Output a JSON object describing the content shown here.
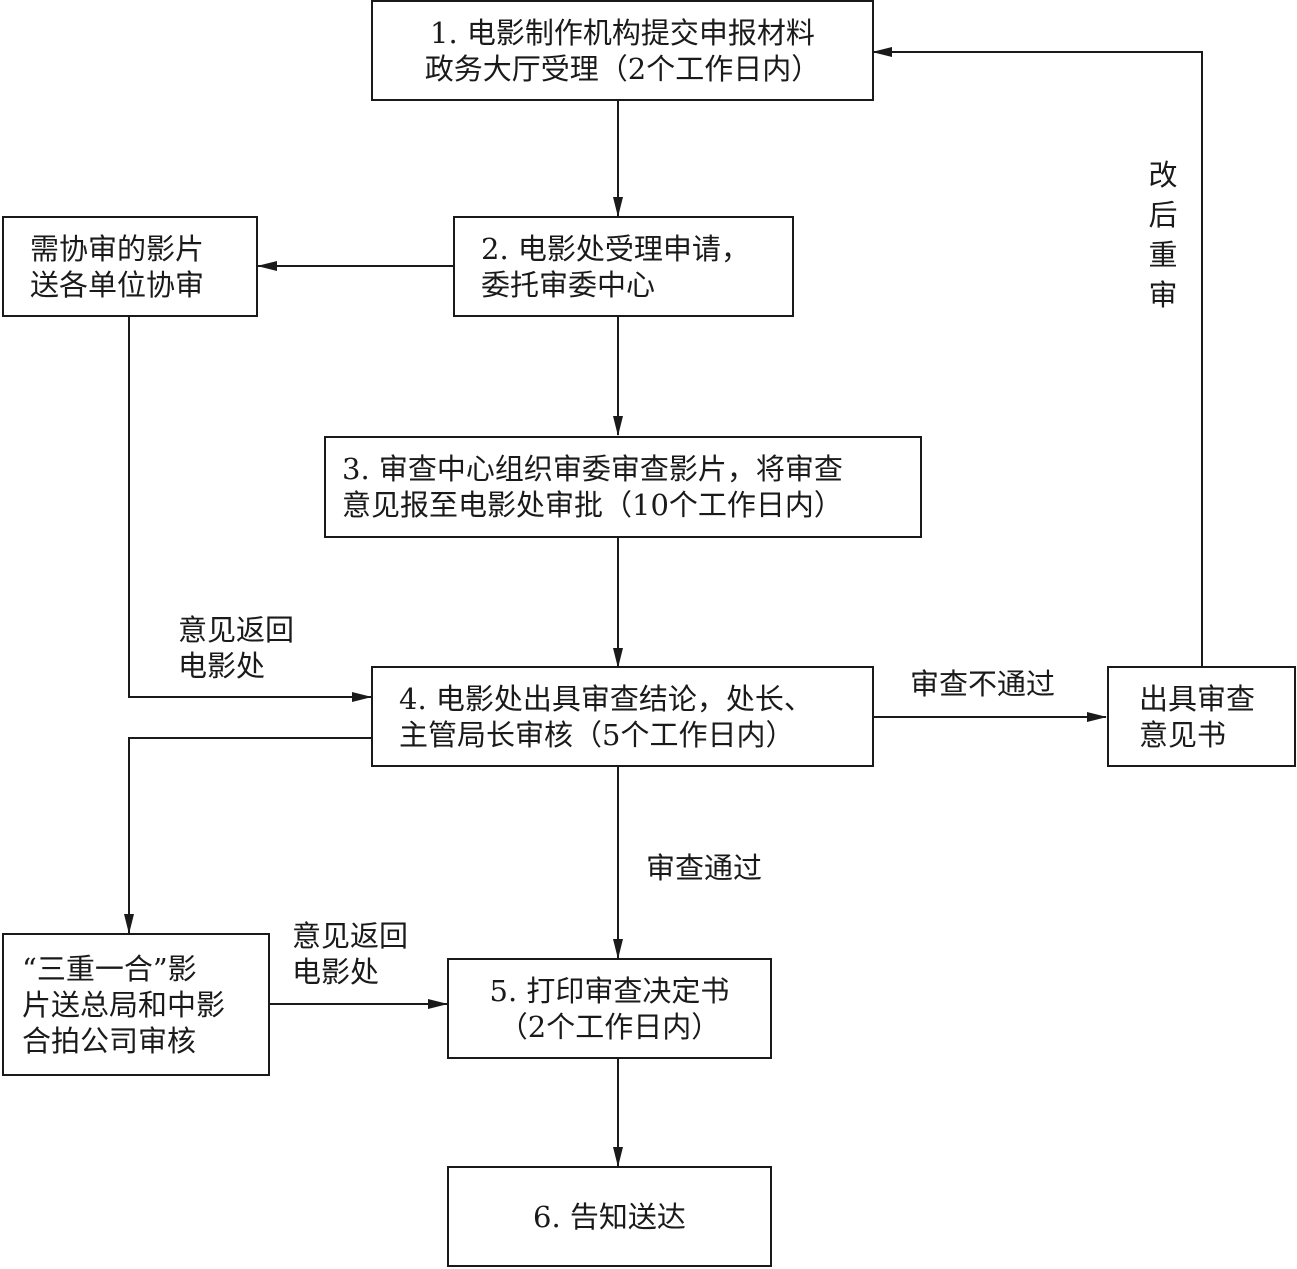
{
  "diagram": {
    "type": "flowchart",
    "nodes": {
      "step1": [
        "1. 电影制作机构提交申报材料",
        "政务大厅受理（2个工作日内）"
      ],
      "step2": [
        "2. 电影处受理申请，",
        "委托审委中心"
      ],
      "co_review": [
        "需协审的影片",
        "送各单位协审"
      ],
      "step3": [
        "3. 审查中心组织审委审查影片，将审查",
        "意见报至电影处审批（10个工作日内）"
      ],
      "step4": [
        "4. 电影处出具审查结论，处长、",
        "主管局长审核（5个工作日内）"
      ],
      "opinion": [
        "出具审查",
        "意见书"
      ],
      "three_in_one": [
        "“三重一合”影",
        "片送总局和中影",
        "合拍公司审核"
      ],
      "step5": [
        "5. 打印审查决定书",
        "（2个工作日内）"
      ],
      "step6": [
        "6. 告知送达"
      ]
    },
    "edge_labels": {
      "revise_resubmit": [
        "改",
        "后",
        "重",
        "审"
      ],
      "return_1": [
        "意见返回",
        "电影处"
      ],
      "return_2": [
        "意见返回",
        "电影处"
      ],
      "rejected": "审查不通过",
      "approved": "审查通过"
    },
    "edges": [
      {
        "from": "step1",
        "to": "step2"
      },
      {
        "from": "step2",
        "to": "co_review"
      },
      {
        "from": "step2",
        "to": "step3"
      },
      {
        "from": "co_review",
        "to": "step4",
        "label": "意见返回电影处"
      },
      {
        "from": "step3",
        "to": "step4"
      },
      {
        "from": "step4",
        "to": "opinion",
        "label": "审查不通过"
      },
      {
        "from": "opinion",
        "to": "step1",
        "label": "改后重审"
      },
      {
        "from": "step4",
        "to": "three_in_one"
      },
      {
        "from": "three_in_one",
        "to": "step5",
        "label": "意见返回电影处"
      },
      {
        "from": "step4",
        "to": "step5",
        "label": "审查通过"
      },
      {
        "from": "step5",
        "to": "step6"
      }
    ]
  }
}
